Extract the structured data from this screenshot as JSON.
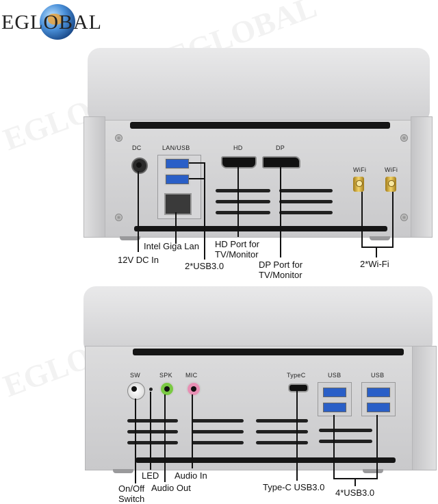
{
  "brand": {
    "logo_text": "EGLOBAL",
    "watermark_text": "EGLOBAL"
  },
  "top_unit": {
    "port_labels": {
      "dc": "DC",
      "lan_usb": "LAN/USB",
      "hd": "HD",
      "dp": "DP",
      "wifi_left": "WiFi",
      "wifi_right": "WiFi"
    },
    "callouts": {
      "dc_in": "12V DC In",
      "intel_lan": "Intel Giga Lan",
      "usb30": "2*USB3.0",
      "hd_port_line1": "HD Port for",
      "hd_port_line2": "TV/Monitor",
      "dp_port_line1": "DP Port for",
      "dp_port_line2": "TV/Monitor",
      "wifi": "2*Wi-Fi"
    }
  },
  "bottom_unit": {
    "port_labels": {
      "sw": "SW",
      "spk": "SPK",
      "mic": "MIC",
      "typec": "TypeC",
      "usb_left": "USB",
      "usb_right": "USB"
    },
    "callouts": {
      "led": "LED",
      "audio_in": "Audio In",
      "switch_line1": "On/Off",
      "switch_line2": "Switch",
      "audio_out": "Audio Out",
      "typec_usb": "Type-C USB3.0",
      "usb_4x": "4*USB3.0"
    }
  },
  "colors": {
    "usb_blue": "#2a5fc7",
    "spk_green": "#7ac943",
    "mic_pink": "#e88fb4",
    "antenna_gold": "#d4a93a"
  },
  "icons": [
    "globe-logo",
    "antenna-connector",
    "ethernet-port",
    "hdmi-port",
    "displayport-port",
    "audio-jack",
    "power-button"
  ]
}
